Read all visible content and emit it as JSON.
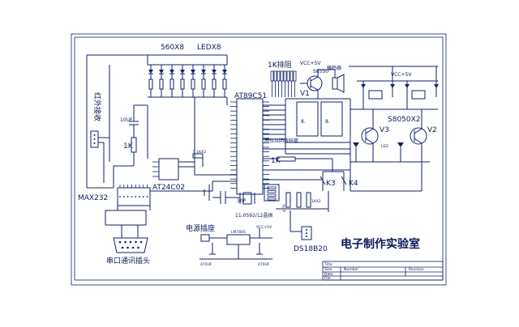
{
  "labels": {
    "res_array": "560X8",
    "led_array": "LEDX8",
    "ir_receiver": "红外接收",
    "cap_10uf": "10UF",
    "res_1k": "1K",
    "mcu": "AT89C51",
    "res_pack": "1K排阻",
    "transistor_s8550": "S8550",
    "buzzer": "蜂鸣器",
    "vcc_5v": "VCC+5V",
    "v1": "V1",
    "v2": "V2",
    "v3": "V3",
    "transistor_s8050": "S8050X2",
    "seg_display": "两位共阴数码管",
    "led": "LED",
    "res_51k": "5.1KX2",
    "eeprom": "AT24C02",
    "res_1k_b": "1K",
    "max232": "MAX232",
    "k3": "K3",
    "k4": "K4",
    "cap_30p": "30P",
    "crystal": "11.0592/12晶振",
    "res_1kx2": "1KX2",
    "res_47k": "4.7K",
    "power_socket": "电源插座",
    "regulator": "LM7805",
    "ds18b20": "DS18B20",
    "serial_port": "串口通讯插头",
    "title_block_text": "电子制作实验室",
    "cap_470uf_1": "470UF",
    "cap_470uf_2": "470UF",
    "tb_title": "Title",
    "tb_size": "Size",
    "tb_number": "Number",
    "tb_revision": "Revision",
    "tb_date": "Date",
    "tb_file": "File"
  },
  "colors": {
    "wire": "#10206a",
    "background": "#ffffff"
  }
}
